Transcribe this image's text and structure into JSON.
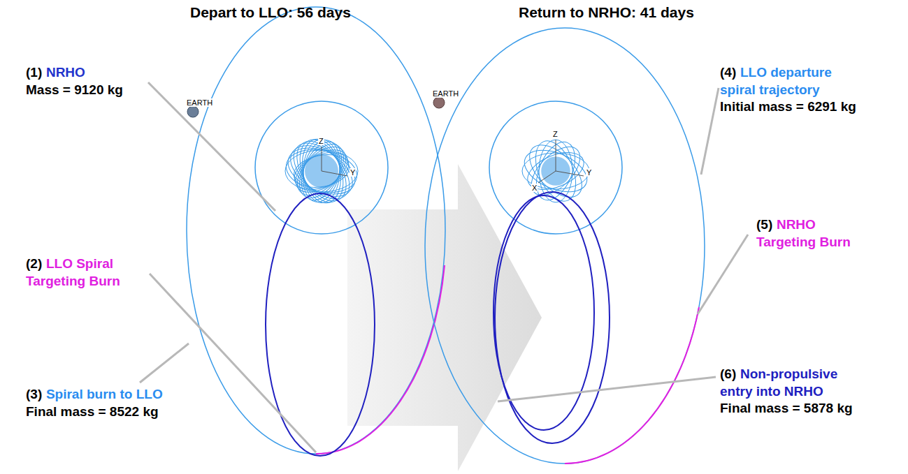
{
  "diagram": {
    "labels": [
      "Depart to LLO: 56 days",
      "Return to NRHO: 41 days",
      "(1)",
      "NRHO",
      "Mass = 9120 kg",
      "(2)",
      "LLO Spiral Targeting Burn",
      "(3)",
      "Spiral burn to LLO",
      "Final mass = 8522 kg",
      "(4)",
      "LLO departure spiral trajectory",
      "Initial mass = 6291 kg",
      "(5)",
      "NRHO Targeting Burn",
      "(6)",
      "Non-propulsive entry into NRHO",
      "Final mass = 5878 kg",
      "EARTH",
      "EARTH",
      "Z",
      "Y",
      "Z",
      "Y",
      "X"
    ]
  }
}
